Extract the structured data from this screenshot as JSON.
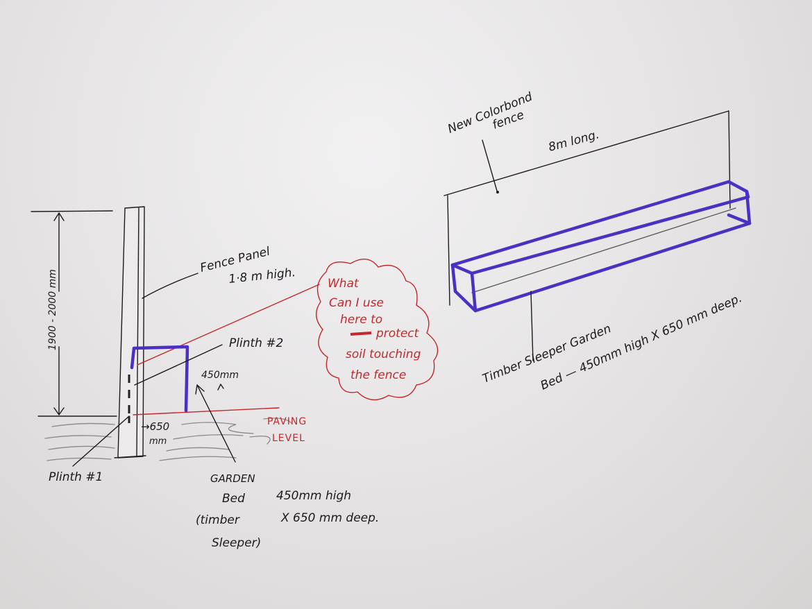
{
  "left_sketch": {
    "dimension": "1900 - 2000 mm",
    "fence_panel": [
      "Fence Panel",
      "1·8 m high."
    ],
    "plinth_2": "Plinth #2",
    "plinth_1": "Plinth #1",
    "bed_height": "450mm",
    "bed_depth": [
      "→650",
      "mm"
    ],
    "paving_level": [
      "PAVING",
      "LEVEL"
    ],
    "garden_bed": [
      "GARDEN",
      "Bed",
      "(timber",
      "Sleeper)"
    ],
    "garden_bed_dims": [
      "450mm high",
      "X 650 mm deep."
    ],
    "question": [
      "What",
      "Can I use",
      "here to",
      "protect",
      "soil touching",
      "the fence"
    ]
  },
  "right_sketch": {
    "fence_label": [
      "New Colorbond",
      "fence"
    ],
    "length": "8m long.",
    "bed_label": [
      "Timber Sleeper Garden",
      "Bed — 450mm high X 650 mm deep."
    ]
  },
  "colors": {
    "ink": "#1c1a1c",
    "red": "#c4282c",
    "blue": "#4b30c2"
  }
}
